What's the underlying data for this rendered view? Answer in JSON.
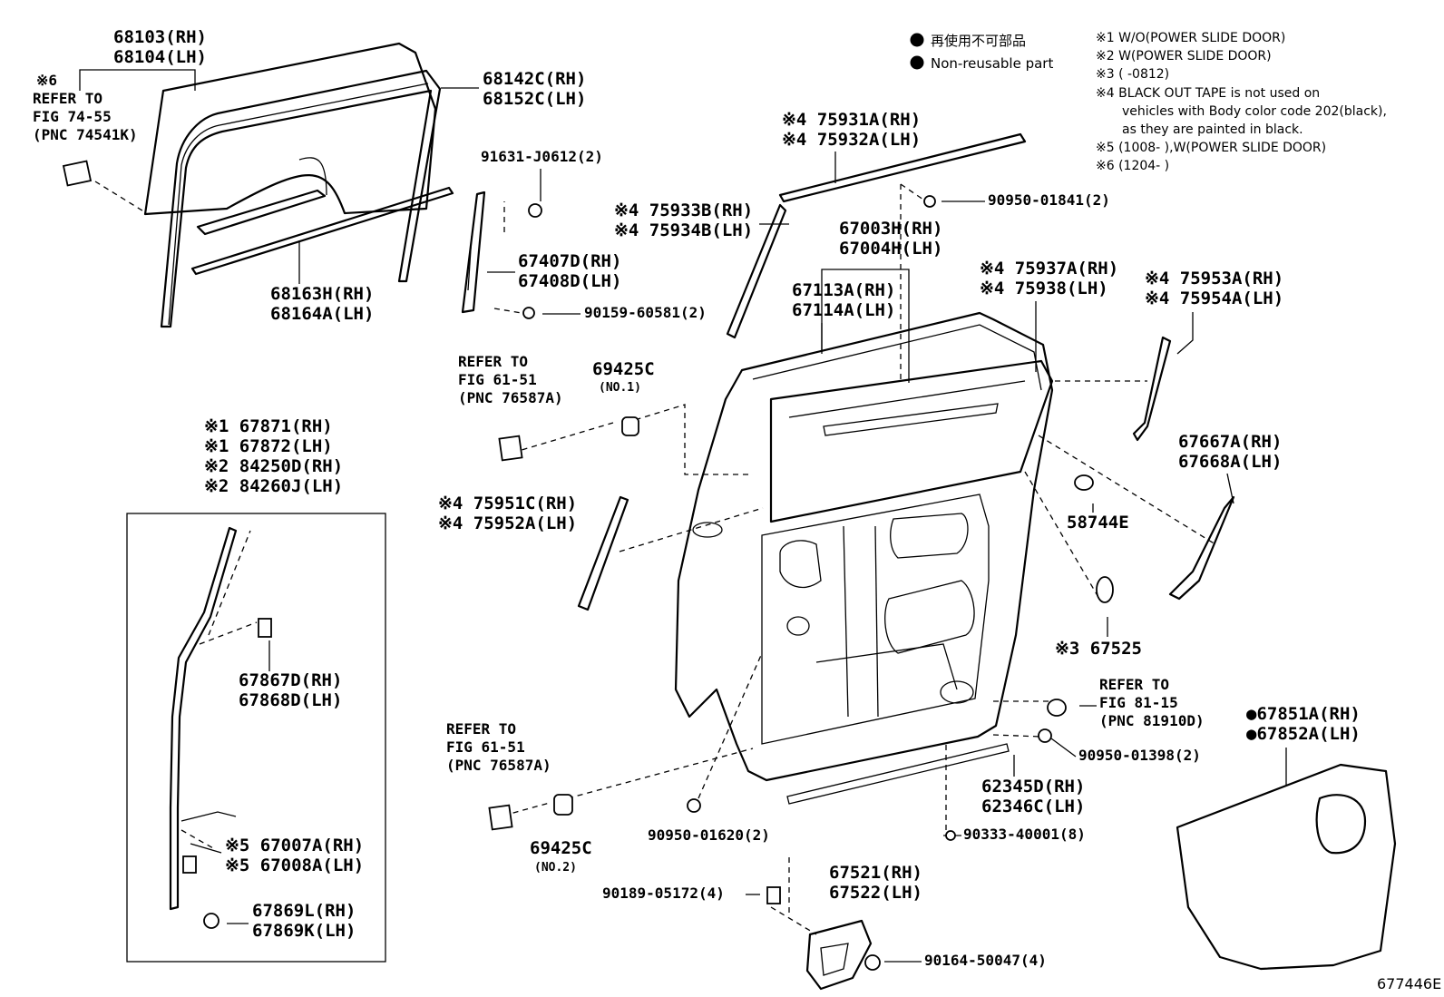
{
  "notes": [
    "※1 W/O(POWER SLIDE DOOR)",
    "※2 W(POWER SLIDE DOOR)",
    "※3 (       -0812)",
    "※4 BLACK OUT TAPE is not used on",
    "vehicles with Body color code 202(black),",
    "as they are painted in black.",
    "※5 (1008-       ),W(POWER SLIDE DOOR)",
    "※6 (1204-       )"
  ],
  "legend": {
    "jp": "再使用不可部品",
    "en": "Non-reusable part"
  },
  "figure_id": "677446E",
  "labels": {
    "l68103": [
      "68103(RH)",
      "68104(LH)"
    ],
    "l68142": [
      "68142C(RH)",
      "68152C(LH)"
    ],
    "l68163": [
      "68163H(RH)",
      "68164A(LH)"
    ],
    "lref6": [
      "※6",
      "REFER TO",
      "FIG 74-55",
      "(PNC 74541K)"
    ],
    "l91631": [
      "91631-J0612(2)"
    ],
    "l67407": [
      "67407D(RH)",
      "67408D(LH)"
    ],
    "l90159": [
      "90159-60581(2)"
    ],
    "l75931": [
      "※4 75931A(RH)",
      "※4 75932A(LH)"
    ],
    "l90950a": [
      "90950-01841(2)"
    ],
    "l75933": [
      "※4 75933B(RH)",
      "※4 75934B(LH)"
    ],
    "l67003": [
      "67003H(RH)",
      "67004H(LH)"
    ],
    "l67113": [
      "67113A(RH)",
      "67114A(LH)"
    ],
    "l75937": [
      "※4 75937A(RH)",
      "※4 75938(LH)"
    ],
    "l75953": [
      "※4 75953A(RH)",
      "※4 75954A(LH)"
    ],
    "lref61a": [
      "REFER TO",
      "FIG 61-51",
      "(PNC 76587A)"
    ],
    "l69425a": [
      "69425C",
      "(NO.1)"
    ],
    "l67667": [
      "67667A(RH)",
      "67668A(LH)"
    ],
    "l67871": [
      "※1 67871(RH)",
      "※1 67872(LH)",
      "※2 84250D(RH)",
      "※2 84260J(LH)"
    ],
    "l75951": [
      "※4 75951C(RH)",
      "※4 75952A(LH)"
    ],
    "l58744": [
      "58744E"
    ],
    "l67525": [
      "※3 67525"
    ],
    "l67867": [
      "67867D(RH)",
      "67868D(LH)"
    ],
    "lref81": [
      "REFER TO",
      "FIG 81-15",
      "(PNC 81910D)"
    ],
    "l67851": [
      "●67851A(RH)",
      "●67852A(LH)"
    ],
    "lref61b": [
      "REFER TO",
      "FIG 61-51",
      "(PNC 76587A)"
    ],
    "l90950b": [
      "90950-01398(2)"
    ],
    "l62345": [
      "62345D(RH)",
      "62346C(LH)"
    ],
    "l67007": [
      "※5 67007A(RH)",
      "※5 67008A(LH)"
    ],
    "l69425b": [
      "69425C",
      "(NO.2)"
    ],
    "l90950c": [
      "90950-01620(2)"
    ],
    "l90333": [
      "90333-40001(8)"
    ],
    "l67869": [
      "67869L(RH)",
      "67869K(LH)"
    ],
    "l67521": [
      "67521(RH)",
      "67522(LH)"
    ],
    "l90189": [
      "90189-05172(4)"
    ],
    "l90164": [
      "90164-50047(4)"
    ]
  }
}
